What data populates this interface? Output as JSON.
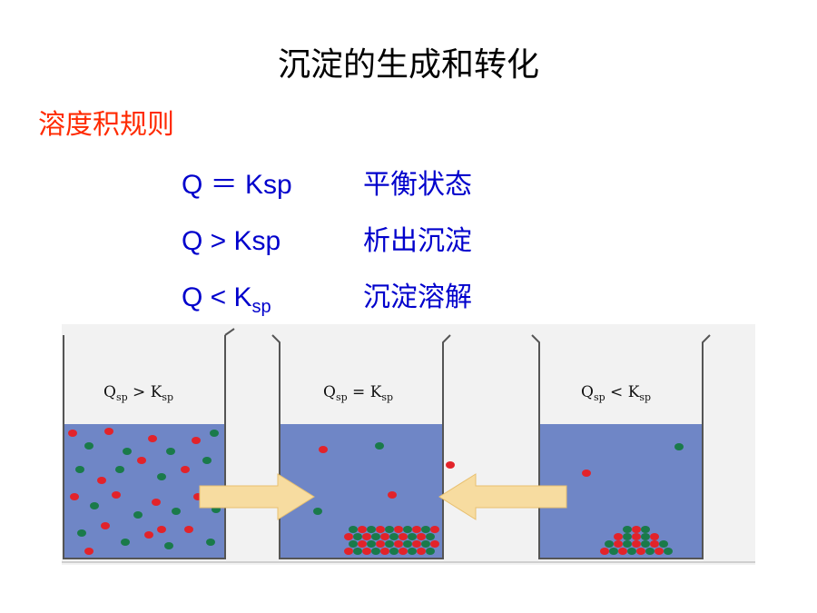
{
  "title": "沉淀的生成和转化",
  "subtitle": "溶度积规则",
  "rules": [
    {
      "lhs_main": "Q ＝ Ksp",
      "lhs_sub": "",
      "desc": "平衡状态"
    },
    {
      "lhs_main": "Q > Ksp",
      "lhs_sub": "",
      "desc": "析出沉淀"
    },
    {
      "lhs_main": "Q < K",
      "lhs_sub": "sp",
      "desc": "沉淀溶解"
    }
  ],
  "figure": {
    "beakers": [
      {
        "q": "Q",
        "q_sub": "sp",
        "op": " > ",
        "k": "K",
        "k_sub": "sp"
      },
      {
        "q": "Q",
        "q_sub": "sp",
        "op": " = ",
        "k": "K",
        "k_sub": "sp"
      },
      {
        "q": "Q",
        "q_sub": "sp",
        "op": " < ",
        "k": "K",
        "k_sub": "sp"
      }
    ],
    "colors": {
      "liquid": "#6f86c6",
      "red_ion": "#e2232a",
      "green_ion": "#1a7a4a",
      "arrow": "#f7dca0",
      "arrow_stroke": "#e8c070"
    }
  }
}
